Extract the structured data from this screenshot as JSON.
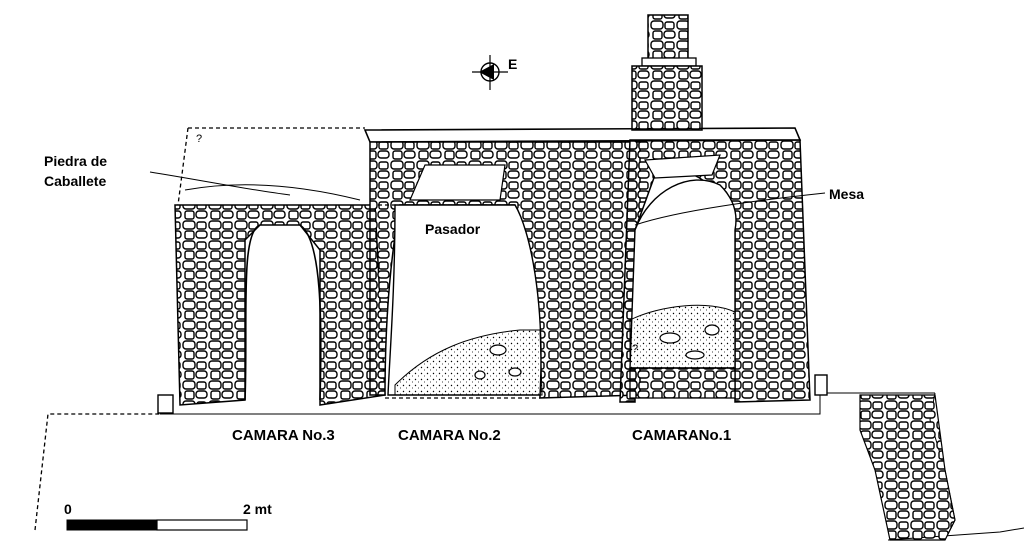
{
  "labels": {
    "piedra_line1": "Piedra de",
    "piedra_line2": "Caballete",
    "mesa": "Mesa",
    "pasador": "Pasador",
    "camara3": "CAMARA No.3",
    "camara2": "CAMARA No.2",
    "camara1": "CAMARANo.1"
  },
  "compass": {
    "direction": "E",
    "icon": "north-arrow-icon"
  },
  "scale_bar": {
    "start_label": "0",
    "end_label": "2 mt"
  },
  "uncertain_marks": [
    "?",
    "?"
  ]
}
